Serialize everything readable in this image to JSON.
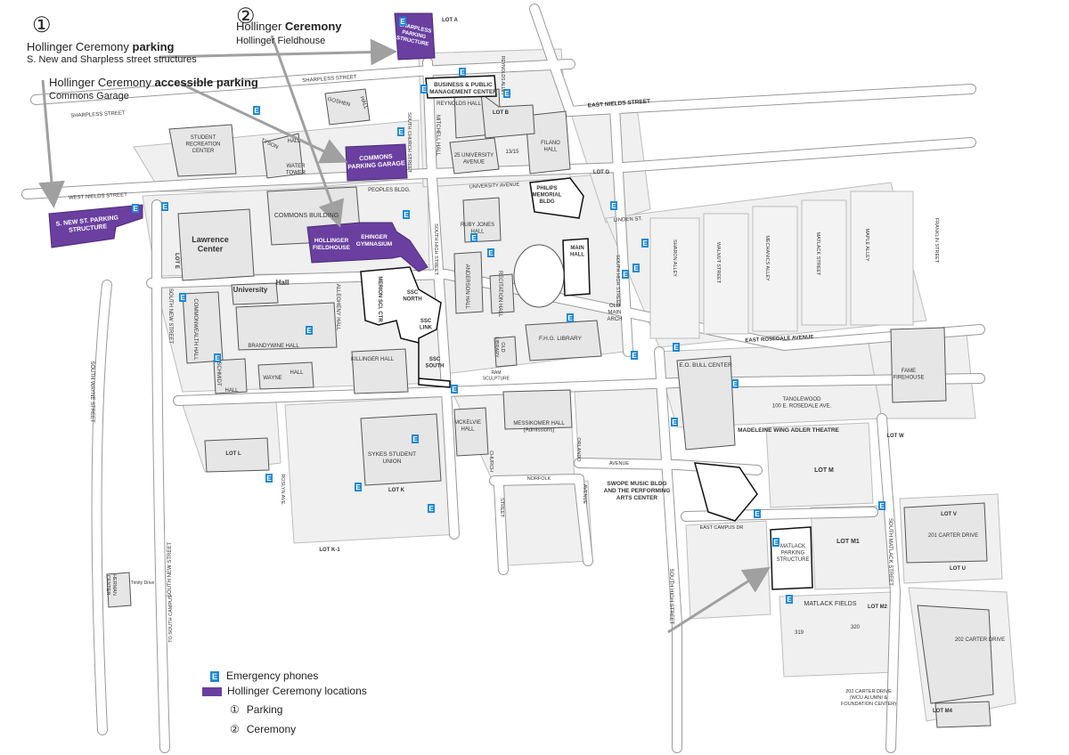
{
  "colors": {
    "ceremony": "#6a3fa0",
    "phone": "#1e88d6",
    "road": "#ffffff",
    "road_edge": "#9a9a9a",
    "block": "#f0f0f0",
    "building": "#e6e6e6",
    "arrow": "#a0a0a0"
  },
  "annotations": {
    "marker1": "①",
    "marker2": "②",
    "parking_title_a": "Hollinger Ceremony ",
    "parking_title_b": "parking",
    "parking_sub": "S. New and Sharpless street structures",
    "access_title_a": "Hollinger Ceremony ",
    "access_title_b": "accessible parking",
    "access_sub": "Commons Garage",
    "ceremony_title_a": "Hollinger ",
    "ceremony_title_b": "Ceremony",
    "ceremony_sub": "Hollinger Fieldhouse"
  },
  "legend": {
    "phone_icon": "E",
    "phones": "Emergency phones",
    "locations": "Hollinger Ceremony locations",
    "parking_marker": "①",
    "parking": "Parking",
    "ceremony_marker": "②",
    "ceremony": "Ceremony"
  },
  "ceremony_buildings": {
    "sharpless": [
      "SHARPLESS",
      "PARKING",
      "STRUCTURE"
    ],
    "commons_garage": [
      "COMMONS",
      "PARKING GARAGE"
    ],
    "snew": [
      "S. NEW ST. PARKING",
      "STRUCTURE"
    ],
    "hollinger": [
      "HOLLINGER",
      "FIELDHOUSE"
    ],
    "ehinger": [
      "EHINGER",
      "GYMNASIUM"
    ]
  },
  "lots": {
    "a": "LOT A",
    "b": "LOT B",
    "g": "LOT G",
    "e": "LOT E",
    "l": "LOT L",
    "k": "LOT K",
    "k1": "LOT K-1",
    "m": "LOT M",
    "m1": "LOT M1",
    "m2": "LOT M2",
    "m4": "LOT M4",
    "v": "LOT V",
    "u": "LOT U",
    "w": "LOT W"
  },
  "buildings": {
    "bpmc": [
      "BUSINESS & PUBLIC",
      "MANAGEMENT CENTER"
    ],
    "reynolds": "REYNOLDS HALL",
    "goshen_a": "GOSHEN",
    "goshen_b": "HALL",
    "student_rec": [
      "STUDENT",
      "RECREATION",
      "CENTER"
    ],
    "tyson": "TYSON",
    "tyson_hall": "HALL",
    "water_tower": [
      "WATER",
      "TOWER"
    ],
    "commons": "COMMONS BUILDING",
    "peoples": "PEOPLES BLDG.",
    "mitchell": "MITCHELL HALL",
    "univ25": [
      "25 UNIVERSITY",
      "AVENUE"
    ],
    "u1315": "13/15",
    "filano": [
      "FILANO",
      "HALL"
    ],
    "philips": [
      "PHILIPS",
      "MEMORIAL",
      "BLDG"
    ],
    "lawrence": [
      "Lawrence",
      "Center"
    ],
    "university_hall_a": "University",
    "university_hall_b": "Hall",
    "ruby_jones": [
      "RUBY JONES",
      "HALL"
    ],
    "main_hall": [
      "MAIN",
      "HALL"
    ],
    "anderson": "ANDERSON HALL",
    "recitation": "RECITATION HALL",
    "merion": "MERION SCI. CTR",
    "ssc_north": [
      "SSC",
      "NORTH"
    ],
    "ssc_link": [
      "SSC",
      "LINK"
    ],
    "ssc_south": [
      "SSC",
      "SOUTH"
    ],
    "old_main_arch": [
      "OLD",
      "MAIN",
      "ARCH"
    ],
    "commonwealth": "COMMONWEALTH HALL",
    "allegheny": "ALLEGHENY HALL",
    "brandywine": "BRANDYWINE HALL",
    "schmidt": "SCHMIDT",
    "hall": "HALL",
    "wayne": "WAYNE",
    "wayne_hall": "HALL",
    "killinger": "KILLINGER HALL",
    "fhg_library": "F.H.G. LIBRARY",
    "old_library": [
      "OLD",
      "LIBRARY"
    ],
    "ram": [
      "RAM",
      "SCULPTURE"
    ],
    "eo_bull": "E.O. BULL CENTER",
    "tanglewood": [
      "TANGLEWOOD",
      "100 E. ROSEDALE AVE."
    ],
    "fame": [
      "FAME",
      "FIREHOUSE"
    ],
    "madeleine": "MADELEINE WING ADLER THEATRE",
    "sykes": [
      "SYKES STUDENT",
      "UNION"
    ],
    "mckelvie": [
      "MCKELVIE",
      "HALL"
    ],
    "messikomer": [
      "MESSIKOMER HALL",
      "(Admissions)"
    ],
    "swope": [
      "SWOPE MUSIC BLDG",
      "AND THE PERFORMING",
      "ARTS CENTER"
    ],
    "matlack_ps": [
      "MATLACK",
      "PARKING",
      "STRUCTURE"
    ],
    "carter201": "201 CARTER DRIVE",
    "carter202": "202 CARTER DRIVE",
    "carter202_foundation": [
      "202 CARTER DRIVE",
      "(WCU ALUMNI &",
      "FOUNDATION CENTER)"
    ],
    "matlack_fields": "MATLACK FIELDS",
    "field319": "319",
    "field320": "320",
    "herman": [
      "HERMAN",
      "CENTER"
    ],
    "trinity": "Trinity Drive",
    "to_south_campus": "TO SOUTH CAMPUS"
  },
  "streets": {
    "sharpless1": "SHARPLESS STREET",
    "sharpless2": "SHARPLESS STREET",
    "west_nields": "WEST NIELDS STREET",
    "east_nields": "EAST NIELDS STREET",
    "university_ave": "UNIVERSITY AVENUE",
    "linden": "LINDEN ST.",
    "east_rosedale": "EAST ROSEDALE AVENUE",
    "south_new1": "SOUTH NEW STREET",
    "south_new2": "SOUTH NEW STREET",
    "south_wayne": "SOUTH WAYNE STREET",
    "south_church": "SOUTH CHURCH STREET",
    "south_high1": "SOUTH HIGH STREET",
    "south_high2": "SOUTH HIGH STREET",
    "south_high3": "SOUTH HIGH STREET",
    "sharon_alley": "SHARON ALLEY",
    "walnut": "WALNUT STREET",
    "mechanics": "MECHANICS ALLEY",
    "matlack": "MATLACK STREET",
    "maple": "MAPLE ALLEY",
    "franklin": "FRANKLIN STREET",
    "reynolds_alley": "REYNOLDS ALLEY",
    "south_matlack": "SOUTH MATLACK STREET",
    "roslyn": "ROSLYN AVE.",
    "church": "CHURCH",
    "street": "STREET",
    "orlando": "ORLANDO",
    "avenue": "AVENUE",
    "norfolk": "NORFOLK",
    "norfolk_ave": "AVENUE",
    "east_campus": "EAST CAMPUS DR"
  }
}
